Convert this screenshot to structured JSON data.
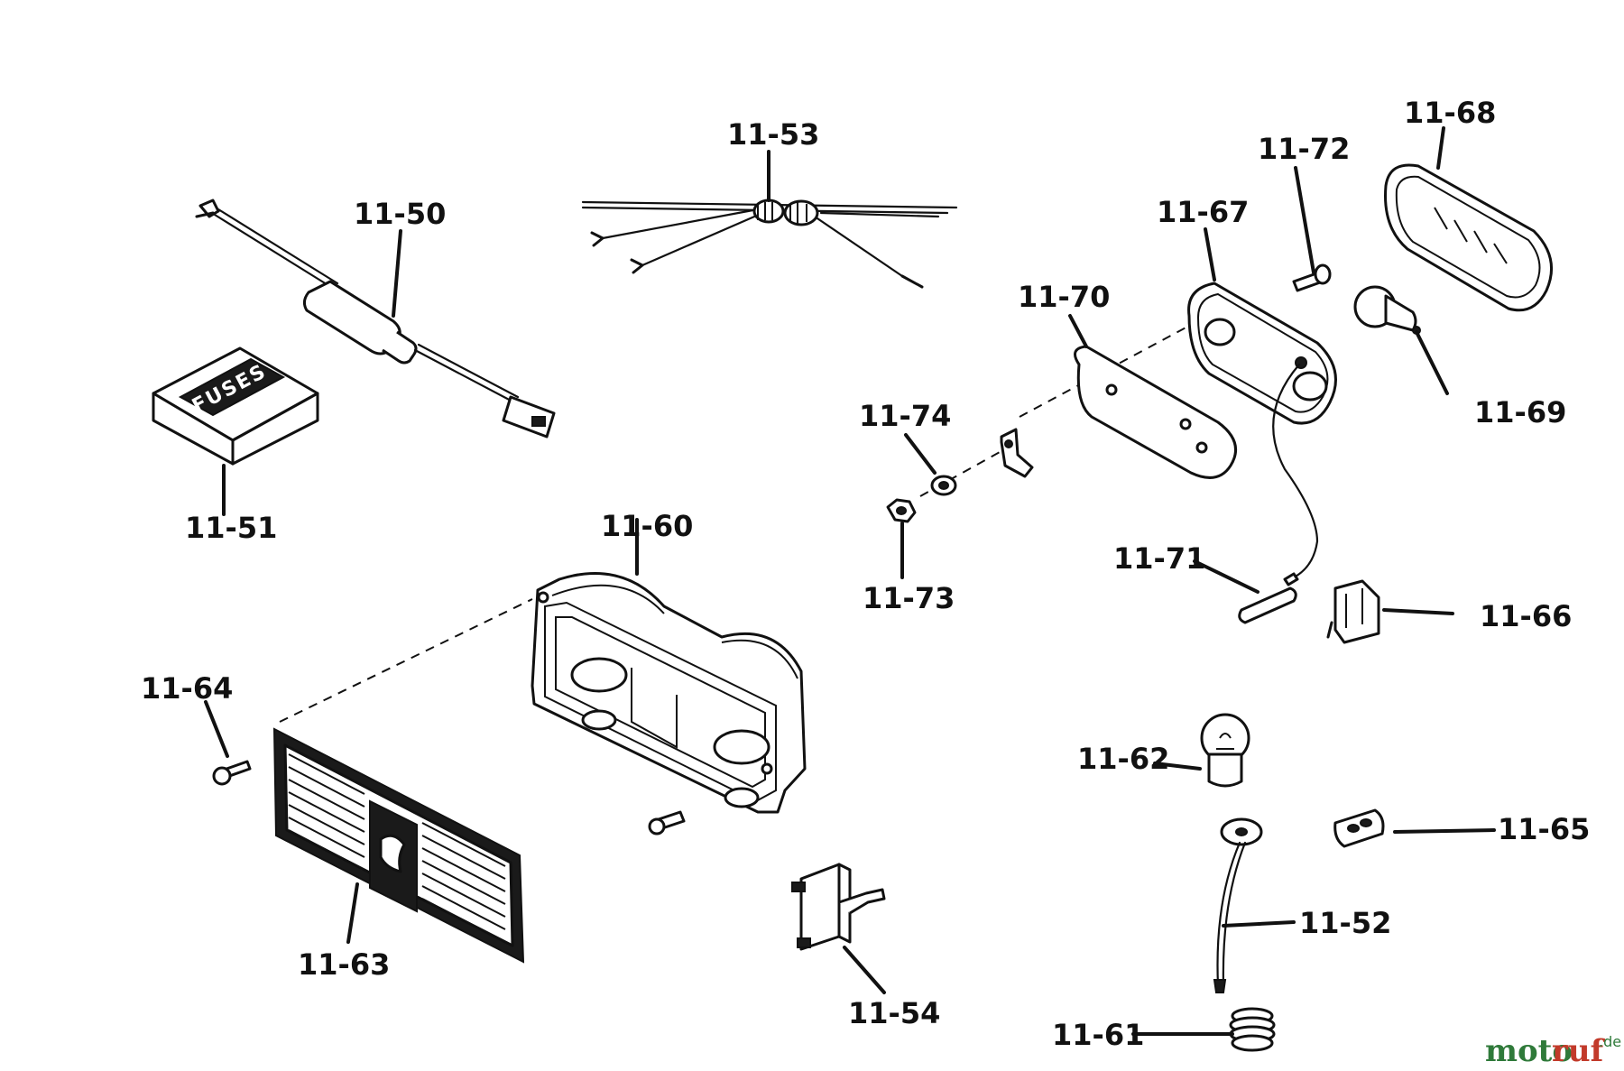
{
  "labels": {
    "p1150": "11-50",
    "p1151": "11-51",
    "p1152": "11-52",
    "p1153": "11-53",
    "p1154": "11-54",
    "p1160": "11-60",
    "p1161": "11-61",
    "p1162": "11-62",
    "p1163": "11-63",
    "p1164": "11-64",
    "p1165": "11-65",
    "p1166": "11-66",
    "p1167": "11-67",
    "p1168": "11-68",
    "p1169": "11-69",
    "p1170": "11-70",
    "p1171": "11-71",
    "p1172": "11-72",
    "p1173": "11-73",
    "p1174": "11-74"
  },
  "fuse_box_text": "FUSES",
  "watermark": {
    "a": "moto",
    "b": "ruf",
    "c": ".de"
  }
}
